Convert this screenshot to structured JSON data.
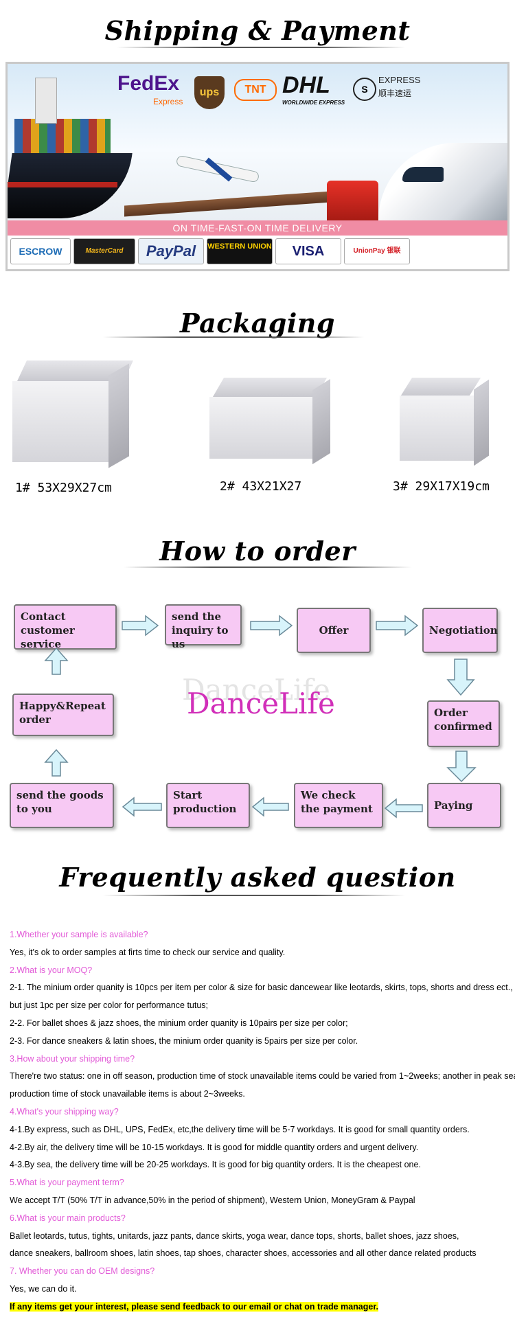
{
  "headings": {
    "shipping": "Shipping & Payment",
    "packaging": "Packaging",
    "order": "How to order",
    "faq": "Frequently asked question"
  },
  "shipping": {
    "carriers": [
      "FedEx",
      "Express",
      "ups",
      "TNT",
      "DHL",
      "WORLDWIDE EXPRESS",
      "EXPRESS",
      "顺丰速运"
    ],
    "delivery_text": "ON TIME-FAST-ON TIME DELIVERY",
    "payments": [
      "ESCROW",
      "MasterCard",
      "PayPal",
      "WESTERN UNION",
      "VISA",
      "UnionPay 银联"
    ]
  },
  "packaging": {
    "boxes": [
      {
        "label": "1# 53X29X27cm"
      },
      {
        "label": "2# 43X21X27"
      },
      {
        "label": "3# 29X17X19cm"
      }
    ]
  },
  "order": {
    "steps": {
      "contact": "Contact customer service",
      "inquiry": "send the inquiry to us",
      "offer": "Offer",
      "negotiation": "Negotiation",
      "confirmed": "Order confirmed",
      "paying": "Paying",
      "check": "We check the payment",
      "production": "Start production",
      "send": "send the goods to you",
      "repeat": "Happy&Repeat order"
    },
    "brand": "DanceLife"
  },
  "faq": {
    "lines": [
      {
        "type": "q",
        "text": "1.Whether your sample is available?"
      },
      {
        "type": "a",
        "text": "Yes, it's ok to order samples at firts time to check our service and quality."
      },
      {
        "type": "q",
        "text": "2.What is your MOQ?"
      },
      {
        "type": "a",
        "text": "2-1. The minium order quanity is 10pcs per item per color & size for basic dancewear like leotards, skirts, tops, shorts and dress ect.,"
      },
      {
        "type": "a",
        "text": "but just 1pc per size per color for performance tutus;"
      },
      {
        "type": "a",
        "text": "2-2. For ballet shoes & jazz shoes, the minium order quanity is 10pairs per size per color;"
      },
      {
        "type": "a",
        "text": "2-3. For dance sneakers & latin shoes, the minium order quanity is 5pairs per size per color."
      },
      {
        "type": "q",
        "text": "3.How about your shipping time?"
      },
      {
        "type": "a",
        "text": "There're two status: one in off season, production time of stock unavailable items could be varied from 1~2weeks; another in peak season,"
      },
      {
        "type": "a",
        "text": "production time of stock unavailable items is about 2~3weeks."
      },
      {
        "type": "q",
        "text": "4.What's your shipping way?"
      },
      {
        "type": "a",
        "text": "4-1.By express, such as DHL, UPS, FedEx, etc,the delivery time will be 5-7 workdays. It is good for small quantity orders."
      },
      {
        "type": "a",
        "text": "4-2.By air, the delivery time will be 10-15 workdays. It is good for middle quantity orders and urgent delivery."
      },
      {
        "type": "a",
        "text": "4-3.By sea, the delivery time will be 20-25 workdays. It is good for big quantity orders. It is the cheapest one."
      },
      {
        "type": "q",
        "text": "5.What is your payment term?"
      },
      {
        "type": "a",
        "text": "We accept T/T (50% T/T in advance,50% in the period of shipment), Western Union, MoneyGram & Paypal"
      },
      {
        "type": "q",
        "text": "6.What is your main products?"
      },
      {
        "type": "a",
        "text": "Ballet leotards, tutus, tights, unitards, jazz pants, dance skirts, yoga wear, dance tops, shorts, ballet shoes, jazz shoes,"
      },
      {
        "type": "a",
        "text": "dance sneakers, ballroom shoes, latin shoes, tap shoes, character shoes, accessories and all other dance related products"
      },
      {
        "type": "q",
        "text": "7. Whether you can do OEM designs?"
      },
      {
        "type": "a",
        "text": "Yes, we can do it."
      },
      {
        "type": "h",
        "text": "If any items get your interest, please send feedback to our email or chat on trade manager."
      }
    ]
  }
}
